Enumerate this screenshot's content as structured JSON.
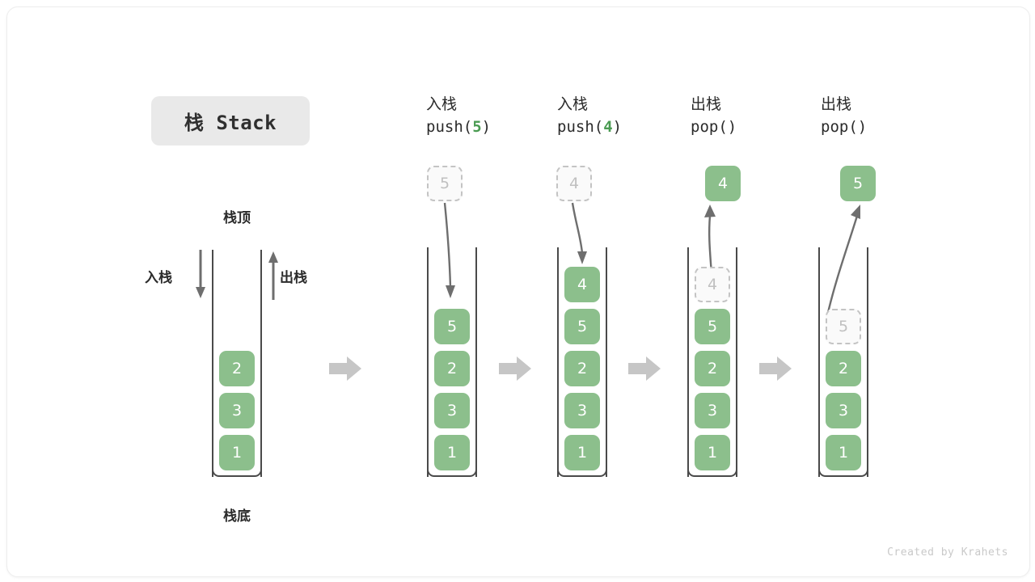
{
  "title": {
    "text": "栈 Stack"
  },
  "colors": {
    "box_fill": "#8cbf8c",
    "box_text": "#ffffff",
    "ghost_border": "#c4c4c4",
    "ghost_text": "#c0c0c0",
    "tube_stroke": "#4a4a4a",
    "accent_green": "#4a9b52",
    "arrow_gray": "#c6c6c6",
    "curve_gray": "#6e6e6e",
    "badge_bg": "#e9e9e9"
  },
  "labels": {
    "stack_top": "栈顶",
    "stack_bottom": "栈底",
    "push": "入栈",
    "pop": "出栈"
  },
  "columns": [
    {
      "id": "initial",
      "header_cn": "",
      "header_code_prefix": "",
      "header_code_arg": "",
      "header_code_suffix": "",
      "stack": [
        "2",
        "3",
        "1"
      ],
      "ghost": null,
      "floating": null
    },
    {
      "id": "push-5",
      "header_cn": "入栈",
      "header_code_prefix": "push(",
      "header_code_arg": "5",
      "header_code_suffix": ")",
      "stack": [
        "5",
        "2",
        "3",
        "1"
      ],
      "ghost": null,
      "floating": {
        "value": "5",
        "style": "ghost"
      },
      "motion": "down"
    },
    {
      "id": "push-4",
      "header_cn": "入栈",
      "header_code_prefix": "push(",
      "header_code_arg": "4",
      "header_code_suffix": ")",
      "stack": [
        "4",
        "5",
        "2",
        "3",
        "1"
      ],
      "ghost": null,
      "floating": {
        "value": "4",
        "style": "ghost"
      },
      "motion": "down"
    },
    {
      "id": "pop-1",
      "header_cn": "出栈",
      "header_code_prefix": "pop(",
      "header_code_arg": "",
      "header_code_suffix": ")",
      "stack": [
        "5",
        "2",
        "3",
        "1"
      ],
      "ghost": {
        "value": "4"
      },
      "floating": {
        "value": "4",
        "style": "solid"
      },
      "motion": "up"
    },
    {
      "id": "pop-2",
      "header_cn": "出栈",
      "header_code_prefix": "pop(",
      "header_code_arg": "",
      "header_code_suffix": ")",
      "stack": [
        "2",
        "3",
        "1"
      ],
      "ghost": {
        "value": "5"
      },
      "floating": {
        "value": "5",
        "style": "solid"
      },
      "motion": "up"
    }
  ],
  "footer": {
    "credit": "Created by Krahets"
  }
}
